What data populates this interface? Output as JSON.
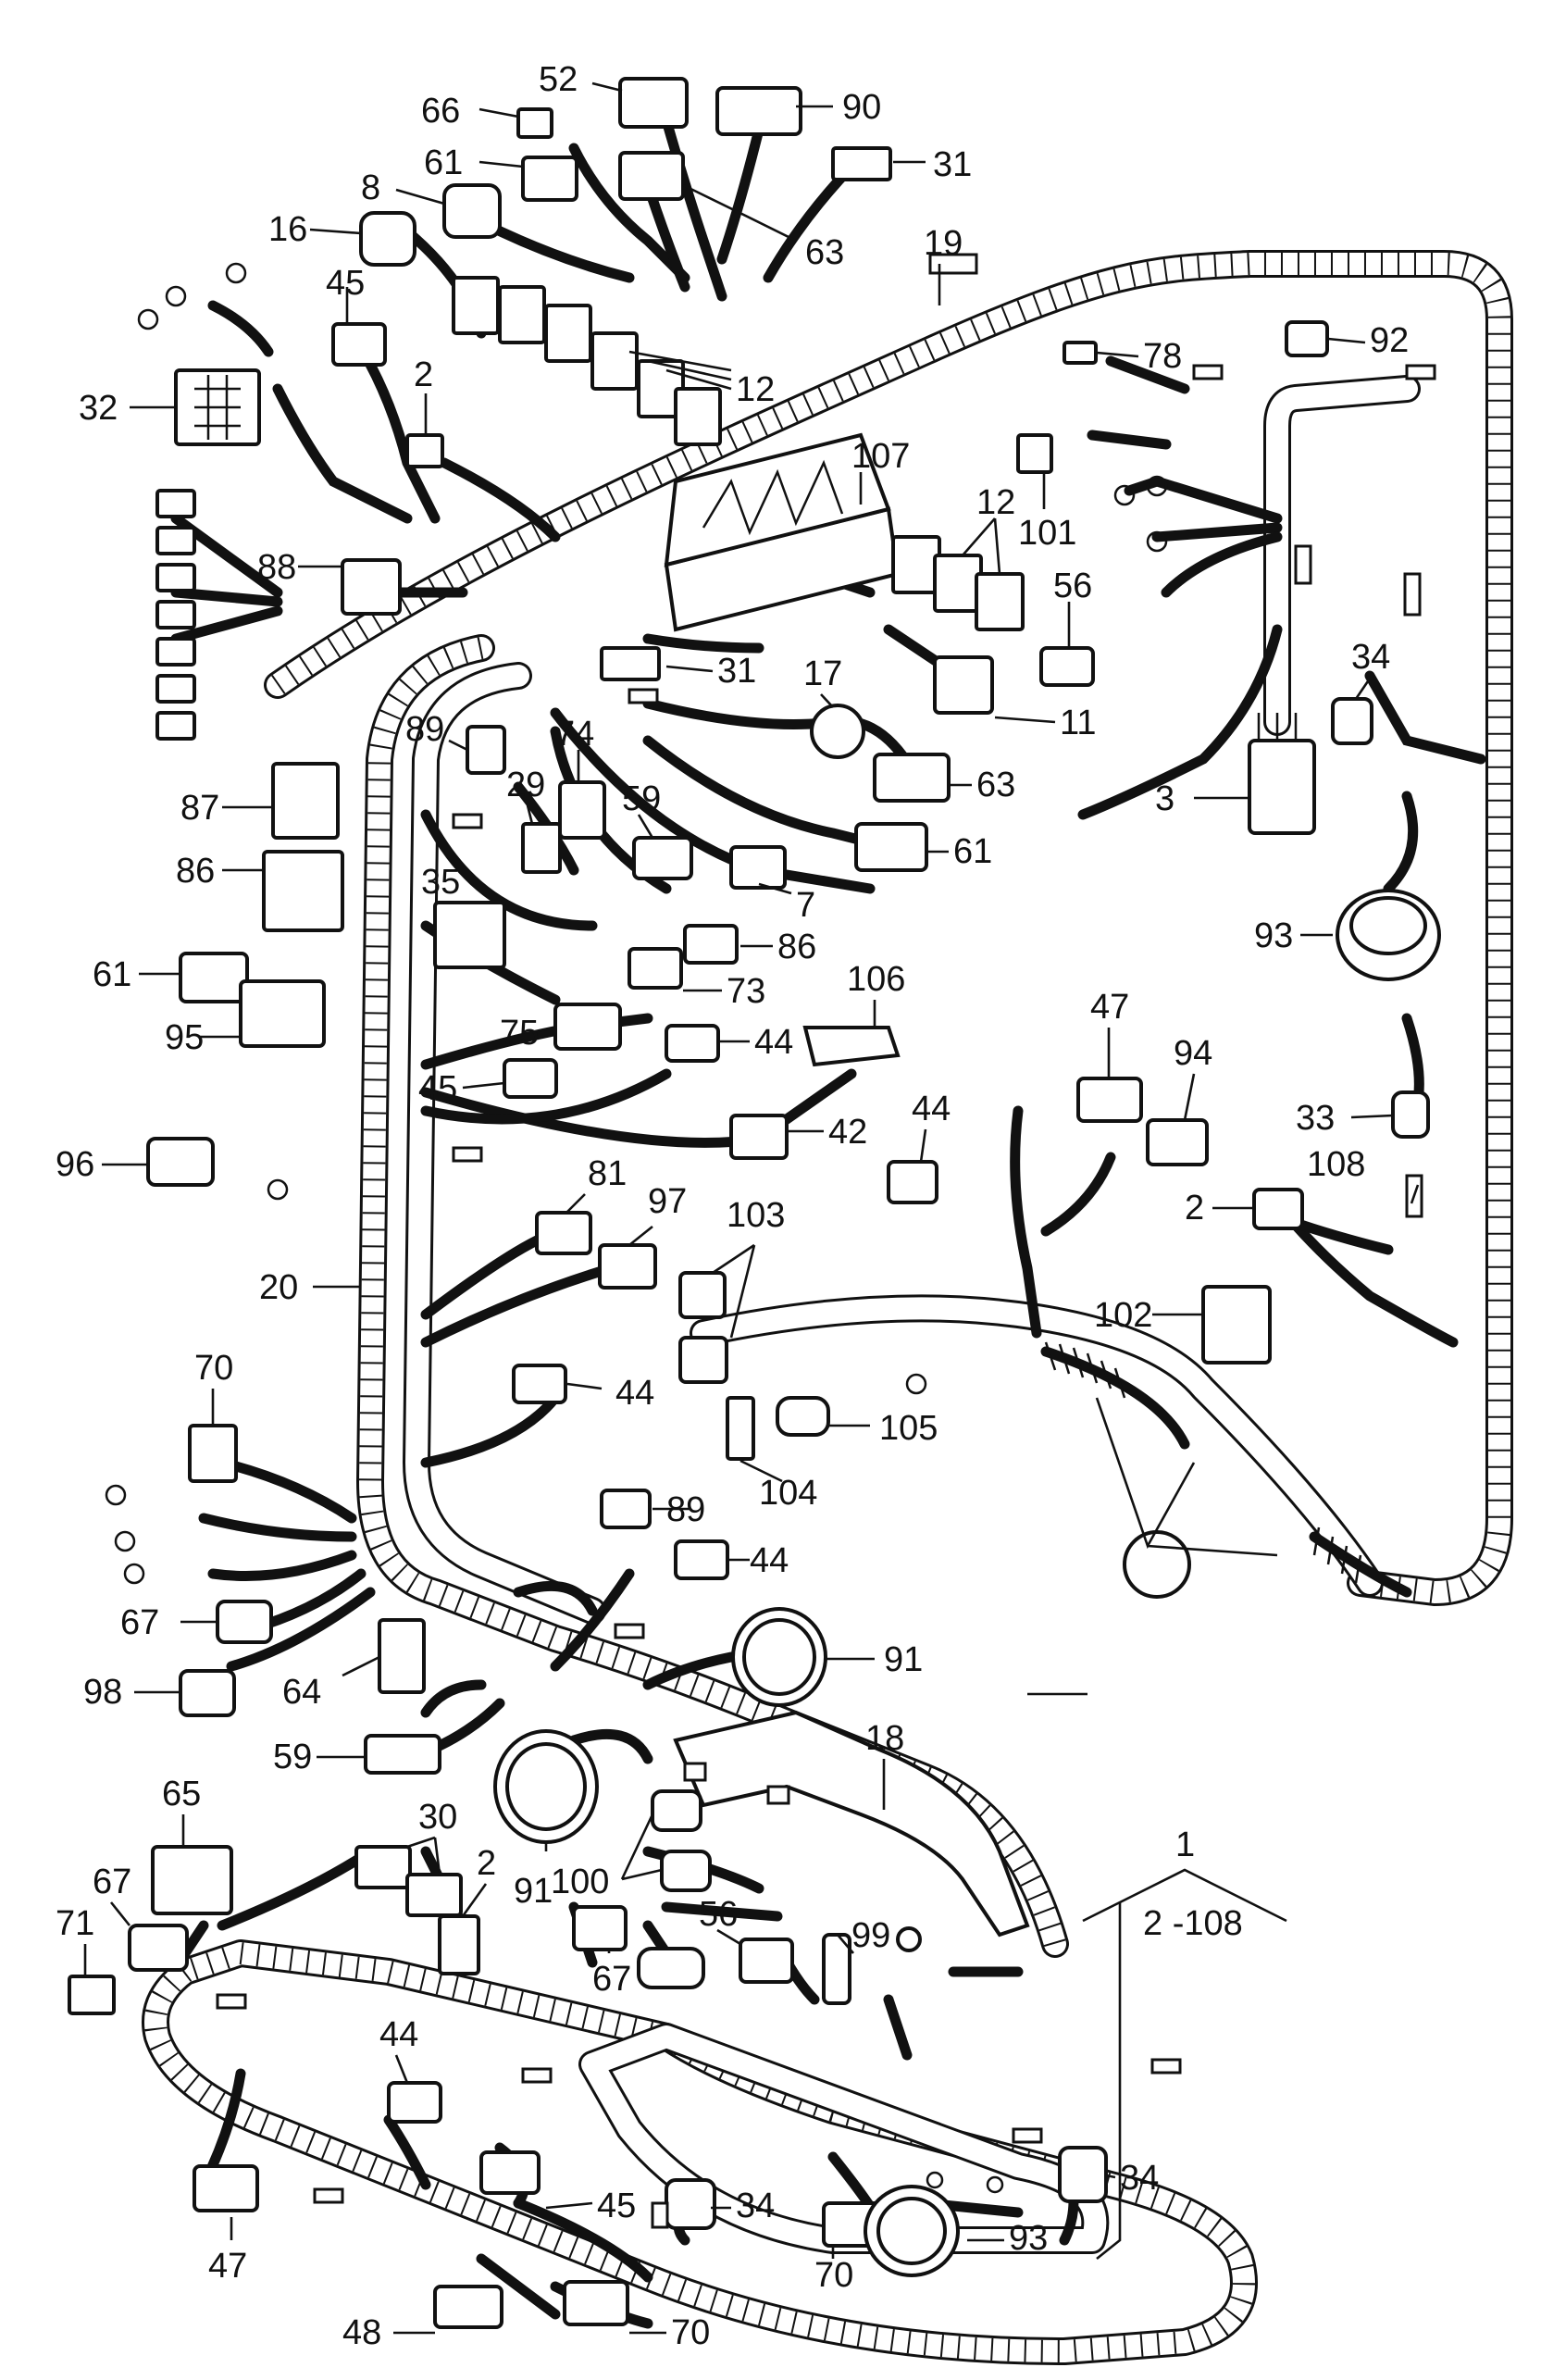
{
  "diagram": {
    "type": "wiring-harness-exploded-view",
    "assembly_label": "1",
    "assembly_range": "2 -108",
    "part_callouts": [
      {
        "id": "c52",
        "label": "52"
      },
      {
        "id": "c90",
        "label": "90"
      },
      {
        "id": "c66",
        "label": "66"
      },
      {
        "id": "c61a",
        "label": "61"
      },
      {
        "id": "c31a",
        "label": "31"
      },
      {
        "id": "c8",
        "label": "8"
      },
      {
        "id": "c63a",
        "label": "63"
      },
      {
        "id": "c16",
        "label": "16"
      },
      {
        "id": "c19",
        "label": "19"
      },
      {
        "id": "c45a",
        "label": "45"
      },
      {
        "id": "c92",
        "label": "92"
      },
      {
        "id": "c78",
        "label": "78"
      },
      {
        "id": "c2a",
        "label": "2"
      },
      {
        "id": "c12a",
        "label": "12"
      },
      {
        "id": "c32",
        "label": "32"
      },
      {
        "id": "c107",
        "label": "107"
      },
      {
        "id": "c12b",
        "label": "12"
      },
      {
        "id": "c101",
        "label": "101"
      },
      {
        "id": "c88",
        "label": "88"
      },
      {
        "id": "c56a",
        "label": "56"
      },
      {
        "id": "c34a",
        "label": "34"
      },
      {
        "id": "c31b",
        "label": "31"
      },
      {
        "id": "c17",
        "label": "17"
      },
      {
        "id": "c11",
        "label": "11"
      },
      {
        "id": "c89a",
        "label": "89"
      },
      {
        "id": "c74",
        "label": "74"
      },
      {
        "id": "c3",
        "label": "3"
      },
      {
        "id": "c87",
        "label": "87"
      },
      {
        "id": "c29",
        "label": "29"
      },
      {
        "id": "c59a",
        "label": "59"
      },
      {
        "id": "c63b",
        "label": "63"
      },
      {
        "id": "c61b",
        "label": "61"
      },
      {
        "id": "c86a",
        "label": "86"
      },
      {
        "id": "c7",
        "label": "7"
      },
      {
        "id": "c35",
        "label": "35"
      },
      {
        "id": "c93a",
        "label": "93"
      },
      {
        "id": "c61c",
        "label": "61"
      },
      {
        "id": "c86b",
        "label": "86"
      },
      {
        "id": "c73",
        "label": "73"
      },
      {
        "id": "c106",
        "label": "106"
      },
      {
        "id": "c95",
        "label": "95"
      },
      {
        "id": "c75",
        "label": "75"
      },
      {
        "id": "c44a",
        "label": "44"
      },
      {
        "id": "c47a",
        "label": "47"
      },
      {
        "id": "c94",
        "label": "94"
      },
      {
        "id": "c45b",
        "label": "45"
      },
      {
        "id": "c42",
        "label": "42"
      },
      {
        "id": "c44b",
        "label": "44"
      },
      {
        "id": "c33",
        "label": "33"
      },
      {
        "id": "c96",
        "label": "96"
      },
      {
        "id": "c108",
        "label": "108"
      },
      {
        "id": "c81",
        "label": "81"
      },
      {
        "id": "c97",
        "label": "97"
      },
      {
        "id": "c103",
        "label": "103"
      },
      {
        "id": "c2b",
        "label": "2"
      },
      {
        "id": "c20",
        "label": "20"
      },
      {
        "id": "c102",
        "label": "102"
      },
      {
        "id": "c70a",
        "label": "70"
      },
      {
        "id": "c44c",
        "label": "44"
      },
      {
        "id": "c105",
        "label": "105"
      },
      {
        "id": "c104",
        "label": "104"
      },
      {
        "id": "c89b",
        "label": "89"
      },
      {
        "id": "c44d",
        "label": "44"
      },
      {
        "id": "c67a",
        "label": "67"
      },
      {
        "id": "c91a",
        "label": "91"
      },
      {
        "id": "c98",
        "label": "98"
      },
      {
        "id": "c64",
        "label": "64"
      },
      {
        "id": "c59b",
        "label": "59"
      },
      {
        "id": "c18",
        "label": "18"
      },
      {
        "id": "c65",
        "label": "65"
      },
      {
        "id": "c30",
        "label": "30"
      },
      {
        "id": "c2c",
        "label": "2"
      },
      {
        "id": "c91b",
        "label": "91"
      },
      {
        "id": "c100",
        "label": "100"
      },
      {
        "id": "c67b",
        "label": "67"
      },
      {
        "id": "c99",
        "label": "99"
      },
      {
        "id": "c71",
        "label": "71"
      },
      {
        "id": "c67c",
        "label": "67"
      },
      {
        "id": "c56b",
        "label": "56"
      },
      {
        "id": "c44e",
        "label": "44"
      },
      {
        "id": "c34b",
        "label": "34"
      },
      {
        "id": "c70b",
        "label": "70"
      },
      {
        "id": "c34c",
        "label": "34"
      },
      {
        "id": "c45c",
        "label": "45"
      },
      {
        "id": "c93b",
        "label": "93"
      },
      {
        "id": "c47b",
        "label": "47"
      },
      {
        "id": "c48",
        "label": "48"
      },
      {
        "id": "c70c",
        "label": "70"
      }
    ]
  }
}
